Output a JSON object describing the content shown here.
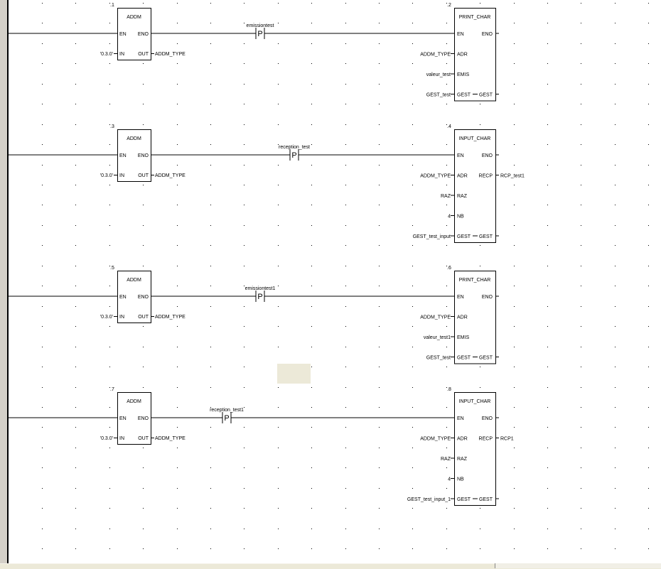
{
  "rungs": [
    {
      "left_block": {
        "number": ".1",
        "title": "ADDM",
        "in_pin": "IN",
        "in_var": "'0.3.0'",
        "en_pin": "EN",
        "eno_pin": "ENO",
        "out_pin": "OUT",
        "out_var": "ADDM_TYPE"
      },
      "contact": {
        "label": "emissiontest",
        "type": "P"
      },
      "right_block": {
        "number": ".2",
        "title": "PRINT_CHAR",
        "inputs": [
          {
            "pin": "EN",
            "var": ""
          },
          {
            "pin": "ADR",
            "var": "ADDM_TYPE"
          },
          {
            "pin": "EMIS",
            "var": "valeur_test"
          },
          {
            "pin": "GEST",
            "var": "GEST_test"
          }
        ],
        "outputs": [
          {
            "row": 0,
            "pin": "ENO",
            "var": ""
          },
          {
            "row": 3,
            "pin": "GEST",
            "var": ""
          }
        ]
      }
    },
    {
      "left_block": {
        "number": ".3",
        "title": "ADDM",
        "in_pin": "IN",
        "in_var": "'0.3.0'",
        "en_pin": "EN",
        "eno_pin": "ENO",
        "out_pin": "OUT",
        "out_var": "ADDM_TYPE"
      },
      "contact": {
        "label": "reception_test",
        "type": "P"
      },
      "right_block": {
        "number": ".4",
        "title": "INPUT_CHAR",
        "inputs": [
          {
            "pin": "EN",
            "var": ""
          },
          {
            "pin": "ADR",
            "var": "ADDM_TYPE"
          },
          {
            "pin": "RAZ",
            "var": "RAZ"
          },
          {
            "pin": "NB",
            "var": "4"
          },
          {
            "pin": "GEST",
            "var": "GEST_test_input"
          }
        ],
        "outputs": [
          {
            "row": 0,
            "pin": "ENO",
            "var": ""
          },
          {
            "row": 1,
            "pin": "RECP",
            "var": "RCP_test1"
          },
          {
            "row": 4,
            "pin": "GEST",
            "var": ""
          }
        ]
      }
    },
    {
      "left_block": {
        "number": ".5",
        "title": "ADDM",
        "in_pin": "IN",
        "in_var": "'0.3.0'",
        "en_pin": "EN",
        "eno_pin": "ENO",
        "out_pin": "OUT",
        "out_var": "ADDM_TYPE"
      },
      "contact": {
        "label": "emissiontest1",
        "type": "P"
      },
      "right_block": {
        "number": ".6",
        "title": "PRINT_CHAR",
        "inputs": [
          {
            "pin": "EN",
            "var": ""
          },
          {
            "pin": "ADR",
            "var": "ADDM_TYPE"
          },
          {
            "pin": "EMIS",
            "var": "valeur_test1"
          },
          {
            "pin": "GEST",
            "var": "GEST_test"
          }
        ],
        "outputs": [
          {
            "row": 0,
            "pin": "ENO",
            "var": ""
          },
          {
            "row": 3,
            "pin": "GEST",
            "var": ""
          }
        ]
      }
    },
    {
      "left_block": {
        "number": ".7",
        "title": "ADDM",
        "in_pin": "IN",
        "in_var": "'0.3.0'",
        "en_pin": "EN",
        "eno_pin": "ENO",
        "out_pin": "OUT",
        "out_var": "ADDM_TYPE"
      },
      "contact": {
        "label": "reception_test1",
        "type": "P"
      },
      "right_block": {
        "number": ".8",
        "title": "INPUT_CHAR",
        "inputs": [
          {
            "pin": "EN",
            "var": ""
          },
          {
            "pin": "ADR",
            "var": "ADDM_TYPE"
          },
          {
            "pin": "RAZ",
            "var": "RAZ"
          },
          {
            "pin": "NB",
            "var": "4"
          },
          {
            "pin": "GEST",
            "var": "GEST_test_input_1"
          }
        ],
        "outputs": [
          {
            "row": 0,
            "pin": "ENO",
            "var": ""
          },
          {
            "row": 1,
            "pin": "RECP",
            "var": "RCP1"
          },
          {
            "row": 4,
            "pin": "GEST",
            "var": ""
          }
        ]
      }
    }
  ]
}
